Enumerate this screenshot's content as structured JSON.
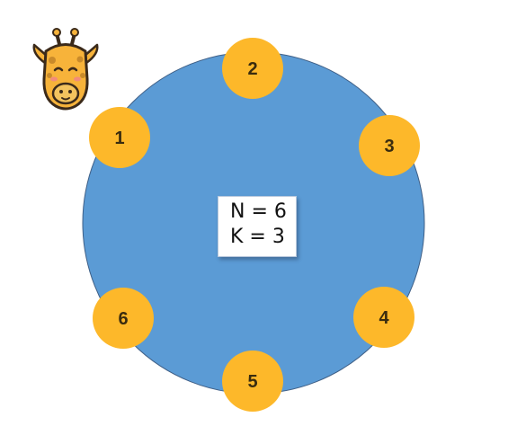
{
  "diagram": {
    "circle_color": "#5b9bd5",
    "circle_stroke": "#3f5f86",
    "node_color": "#fdb82a",
    "node_text_color": "#3a2c0f",
    "nodes": [
      {
        "label": "1"
      },
      {
        "label": "2"
      },
      {
        "label": "3"
      },
      {
        "label": "4"
      },
      {
        "label": "5"
      },
      {
        "label": "6"
      }
    ],
    "info": {
      "line1": "N = 6",
      "line2": "K = 3"
    }
  },
  "mascot": {
    "icon": "giraffe-icon",
    "face_color": "#f7b33a",
    "spot_color": "#c98a2a",
    "outline_color": "#3b2a1a",
    "blush_color": "#f28c7a"
  }
}
